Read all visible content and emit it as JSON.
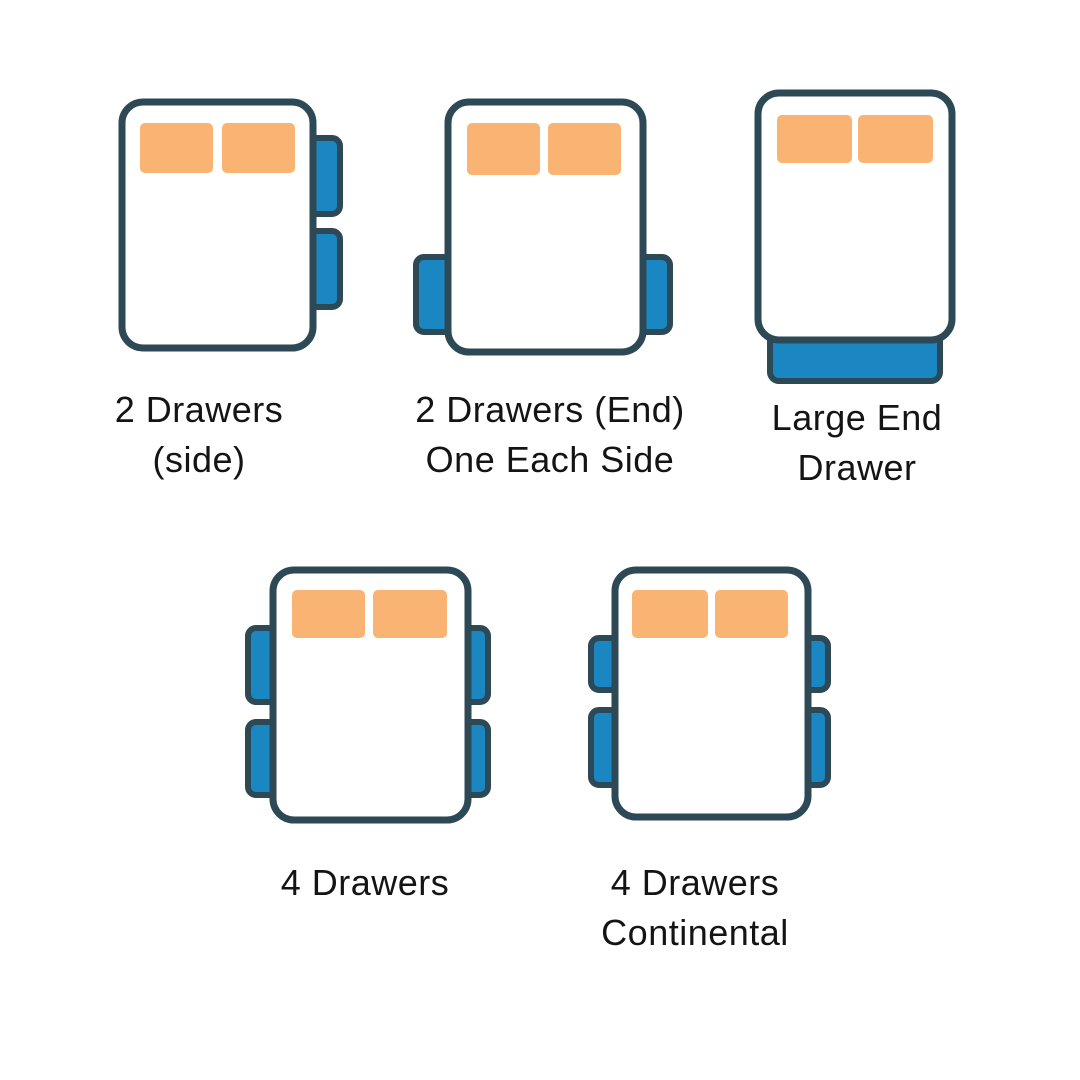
{
  "palette": {
    "background": "#FFFFFF",
    "bed_outline": "#2E4956",
    "bed_fill": "#FFFFFF",
    "drawer_fill": "#1B87C2",
    "pillow_fill": "#F9B473",
    "label_color": "#141414"
  },
  "figures": [
    {
      "label_lines": [
        "2 Drawers",
        "(side)"
      ]
    },
    {
      "label_lines": [
        "2 Drawers (End)",
        "One Each Side"
      ]
    },
    {
      "label_lines": [
        "Large End",
        "Drawer"
      ]
    },
    {
      "label_lines": [
        "4 Drawers"
      ]
    },
    {
      "label_lines": [
        "4 Drawers",
        "Continental"
      ]
    }
  ]
}
